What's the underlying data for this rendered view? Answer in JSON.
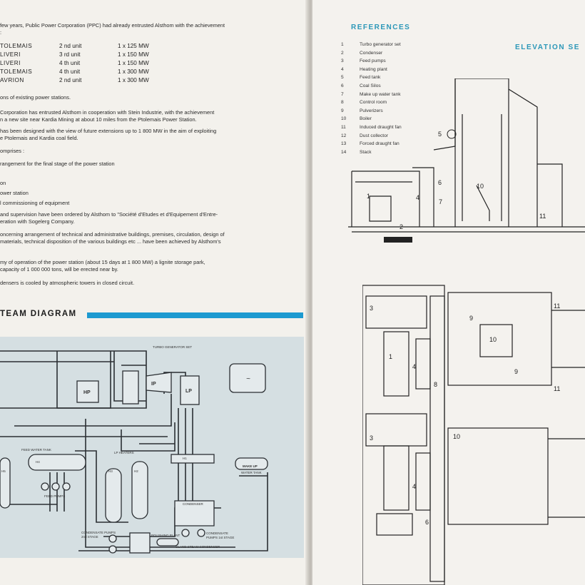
{
  "left_page": {
    "intro": "few years, Public Power Corporation (PPC) had already entrusted Alsthom with the achievement",
    "intro_cont": ":",
    "units": [
      {
        "station": "TOLEMAIS",
        "unit": "2 nd unit",
        "capacity": "1 x 125 MW"
      },
      {
        "station": "LIVERI",
        "unit": "3 rd unit",
        "capacity": "1 x 150 MW"
      },
      {
        "station": "LIVERI",
        "unit": "4 th unit",
        "capacity": "1 x 150 MW"
      },
      {
        "station": "TOLEMAIS",
        "unit": "4 th unit",
        "capacity": "1 x 300 MW"
      },
      {
        "station": "AVRION",
        "unit": "2 nd unit",
        "capacity": "1 x 300 MW"
      }
    ],
    "paragraphs": [
      "ons of existing power stations.",
      "Corporation has entrusted Alsthom in cooperation with Stein Industrie, with the achievement",
      "n a new site near Kardia Mining at about 10 miles from the Ptolemais Power Station.",
      "has been designed with the view of future extensions up to 1 800 MW in the aim of exploiting",
      "e Ptolemais and Kardia coal field.",
      "omprises :",
      "rangement for the final stage of the power station",
      "on",
      "ower station",
      "l commissioning of equipment",
      "and supervision have been ordered by Alsthom to \"Société d'Etudes et d'Equipement d'Entre-",
      "eration with Sogelerg Company.",
      "oncerning arrangement of technical and administrative buildings, premises, circulation, design of",
      "materials, technical disposition of the various buildings etc ... have been achieved by Alsthom's",
      "my of operation of the power station (about 15 days at 1 800 MW) a lignite storage park,",
      "capacity of 1 000 000 tons, will be erected near by.",
      "densers is cooled by atmospheric towers in closed circuit."
    ],
    "section_title": "TEAM DIAGRAM",
    "diagram_labels": {
      "turbo": "TURBO GENERATOR SET",
      "hp": "HP",
      "ip": "IP",
      "lp": "LP",
      "feed_tank": "FEED WATER TANK",
      "h4": "H4",
      "h5": "H5",
      "feed_pumps": "FEED PUMPS",
      "lp_heaters": "LP HEATERS",
      "h3": "H3",
      "h2": "H2",
      "h1": "H1",
      "makeup": "MAKE UP",
      "water_tank": "WATER TANK",
      "condenser": "CONDENSER",
      "cp2_a": "CONDENSATE PUMPS",
      "cp2_b": "2nd STAGE",
      "polishing": "POLISHING PLANT",
      "cp1_a": "CONDENSATE",
      "cp1_b": "PUMPS 1st STAGE",
      "gland": "GLAND STEAM CONDENSER"
    }
  },
  "right_page": {
    "references_title": "REFERENCES",
    "references": [
      {
        "n": "1",
        "label": "Turbo generator set"
      },
      {
        "n": "2",
        "label": "Condenser"
      },
      {
        "n": "3",
        "label": "Feed pumps"
      },
      {
        "n": "4",
        "label": "Heating plant"
      },
      {
        "n": "5",
        "label": "Feed tank"
      },
      {
        "n": "6",
        "label": "Coal Silos"
      },
      {
        "n": "7",
        "label": "Make up water tank"
      },
      {
        "n": "8",
        "label": "Control room"
      },
      {
        "n": "9",
        "label": "Pulverizers"
      },
      {
        "n": "10",
        "label": "Boiler"
      },
      {
        "n": "11",
        "label": "Induced draught fan"
      },
      {
        "n": "12",
        "label": "Dust collector"
      },
      {
        "n": "13",
        "label": "Forced draught fan"
      },
      {
        "n": "14",
        "label": "Stack"
      }
    ],
    "elevation_title": "ELEVATION SE",
    "elevation_marks": [
      "1",
      "2",
      "4",
      "5",
      "6",
      "7",
      "10",
      "11"
    ],
    "plan_marks": [
      "3",
      "1",
      "4",
      "10",
      "9",
      "9",
      "11",
      "11",
      "8",
      "3",
      "4",
      "10",
      "6"
    ]
  },
  "colors": {
    "accent": "#2b97b8",
    "bar": "#1d9ad0",
    "diagram_bg": "#d5dfe2"
  }
}
